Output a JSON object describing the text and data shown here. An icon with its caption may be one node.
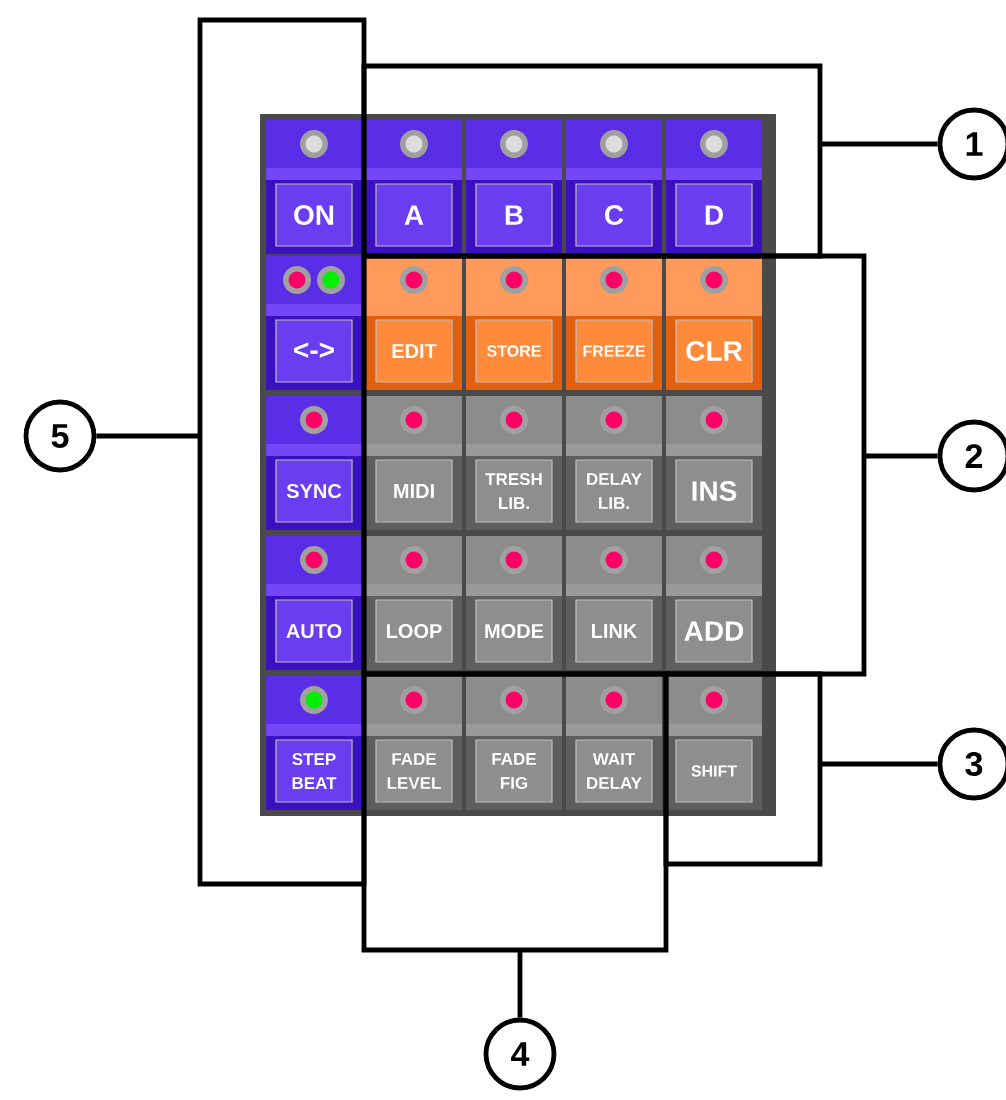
{
  "diagram": {
    "nodes": [
      {
        "text": [],
        "shape": "box"
      },
      {
        "text": [],
        "shape": "box"
      },
      {
        "text": [],
        "shape": "box"
      },
      {
        "text": [],
        "shape": "box"
      },
      {
        "text": [],
        "shape": "box"
      },
      {
        "text": [
          "ON"
        ],
        "in": 4
      },
      {
        "text": [
          "A"
        ],
        "in": 0
      },
      {
        "text": [
          "B"
        ],
        "in": 0
      },
      {
        "text": [
          "C"
        ],
        "in": 0
      },
      {
        "text": [
          "D"
        ],
        "in": 0
      },
      {
        "text": [
          "<->"
        ],
        "in": 4
      },
      {
        "text": [
          "EDIT"
        ],
        "in": 1
      },
      {
        "text": [
          "STORE"
        ],
        "in": 1
      },
      {
        "text": [
          "FREEZE"
        ],
        "in": 1
      },
      {
        "text": [
          "CLR"
        ],
        "in": 1
      },
      {
        "text": [
          "SYNC"
        ],
        "in": 4
      },
      {
        "text": [
          "MIDI"
        ],
        "in": 1
      },
      {
        "text": [
          "TRESH LIB."
        ],
        "in": 1
      },
      {
        "text": [
          "DELAY LIB."
        ],
        "in": 1
      },
      {
        "text": [
          "INS"
        ],
        "in": 1
      },
      {
        "text": [
          "AUTO"
        ],
        "in": 4
      },
      {
        "text": [
          "LOOP"
        ],
        "in": 1
      },
      {
        "text": [
          "MODE"
        ],
        "in": 1
      },
      {
        "text": [
          "LINK"
        ],
        "in": 1
      },
      {
        "text": [
          "ADD"
        ],
        "in": 1
      },
      {
        "text": [
          "STEP BEAT"
        ],
        "in": 4
      },
      {
        "text": [
          "FADE LEVEL"
        ],
        "in": 3
      },
      {
        "text": [
          "FADE FIG"
        ],
        "in": 3
      },
      {
        "text": [
          "WAIT DELAY"
        ],
        "in": 3
      },
      {
        "text": [
          "SHIFT"
        ],
        "in": 2
      },
      {
        "text": [
          "1"
        ]
      },
      {
        "text": [
          "2"
        ]
      },
      {
        "text": [
          "3"
        ]
      },
      {
        "text": [
          "4"
        ]
      },
      {
        "text": [
          "5"
        ]
      }
    ],
    "edges": [
      {
        "from": 30,
        "to": 0,
        "arrow": "none"
      },
      {
        "from": 31,
        "to": 1,
        "arrow": "none"
      },
      {
        "from": 32,
        "to": 2,
        "arrow": "none"
      },
      {
        "from": 33,
        "to": 3,
        "arrow": "none"
      },
      {
        "from": 34,
        "to": 4,
        "arrow": "none"
      }
    ]
  }
}
